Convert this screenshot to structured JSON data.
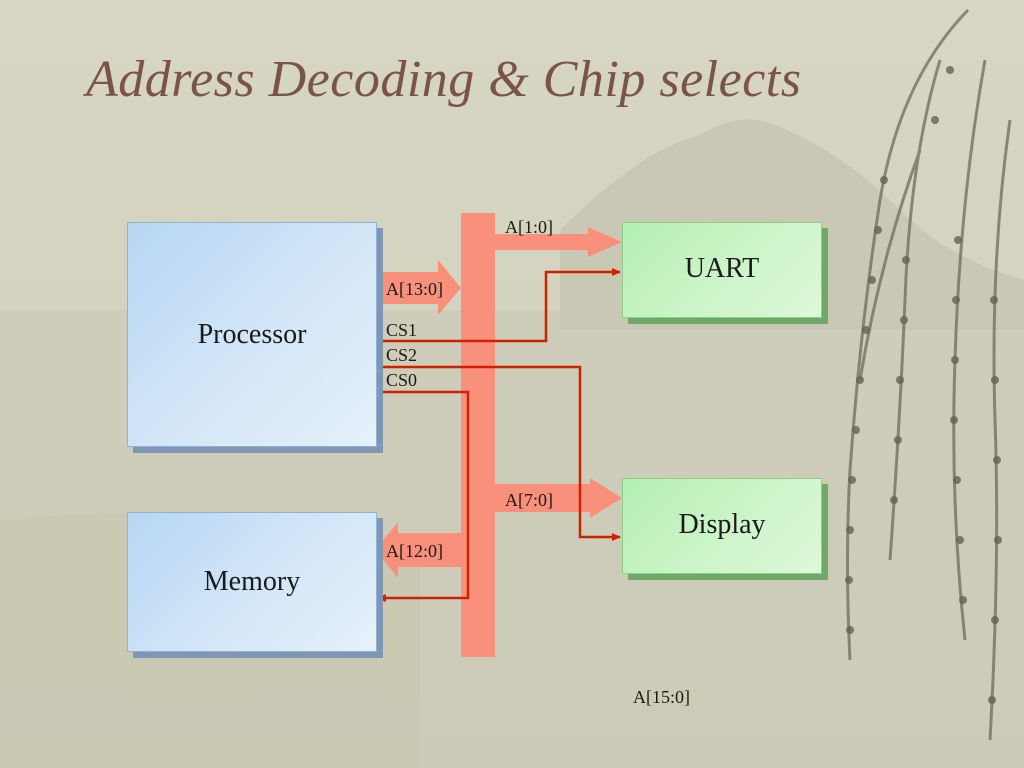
{
  "slide": {
    "title": "Address Decoding & Chip selects"
  },
  "blocks": {
    "processor": "Processor",
    "memory": "Memory",
    "uart": "UART",
    "display": "Display"
  },
  "buses": {
    "uart_addr": "A[1:0]",
    "processor_addr": "A[13:0]",
    "display_addr": "A[7:0]",
    "memory_addr": "A[12:0]",
    "system_bus": "A[15:0]"
  },
  "chip_selects": {
    "cs1": "CS1",
    "cs2": "CS2",
    "cs0": "CS0"
  },
  "colors": {
    "bus": "#f8907c",
    "select_line": "#cc2200",
    "title": "#7a5447"
  }
}
